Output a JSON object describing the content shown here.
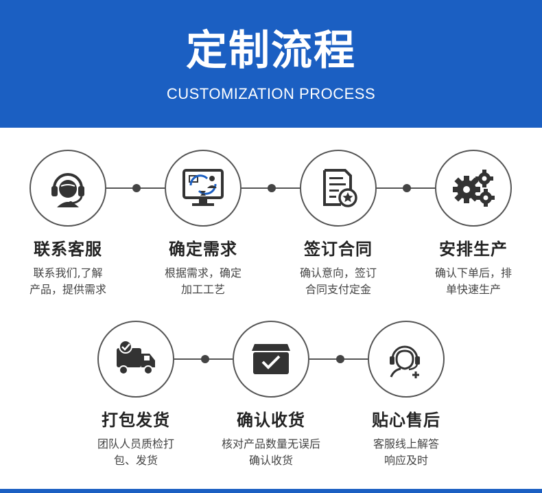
{
  "header": {
    "title": "定制流程",
    "subtitle": "CUSTOMIZATION PROCESS"
  },
  "steps": [
    {
      "icon": "customer-service-headset-icon",
      "title": "联系客服",
      "desc_line1": "联系我们,了解",
      "desc_line2": "产品，提供需求"
    },
    {
      "icon": "monitor-requirements-icon",
      "title": "确定需求",
      "desc_line1": "根据需求，确定",
      "desc_line2": "加工工艺"
    },
    {
      "icon": "contract-document-icon",
      "title": "签订合同",
      "desc_line1": "确认意向，签订",
      "desc_line2": "合同支付定金"
    },
    {
      "icon": "gears-production-icon",
      "title": "安排生产",
      "desc_line1": "确认下单后，排",
      "desc_line2": "单快速生产"
    },
    {
      "icon": "delivery-truck-icon",
      "title": "打包发货",
      "desc_line1": "团队人员质检打",
      "desc_line2": "包、发货"
    },
    {
      "icon": "received-box-icon",
      "title": "确认收货",
      "desc_line1": "核对产品数量无误后",
      "desc_line2": "确认收货"
    },
    {
      "icon": "after-sales-support-icon",
      "title": "贴心售后",
      "desc_line1": "客服线上解答",
      "desc_line2": "响应及时"
    }
  ],
  "colors": {
    "header_bg": "#1b5fc2",
    "icon": "#333333",
    "line": "#555555"
  }
}
